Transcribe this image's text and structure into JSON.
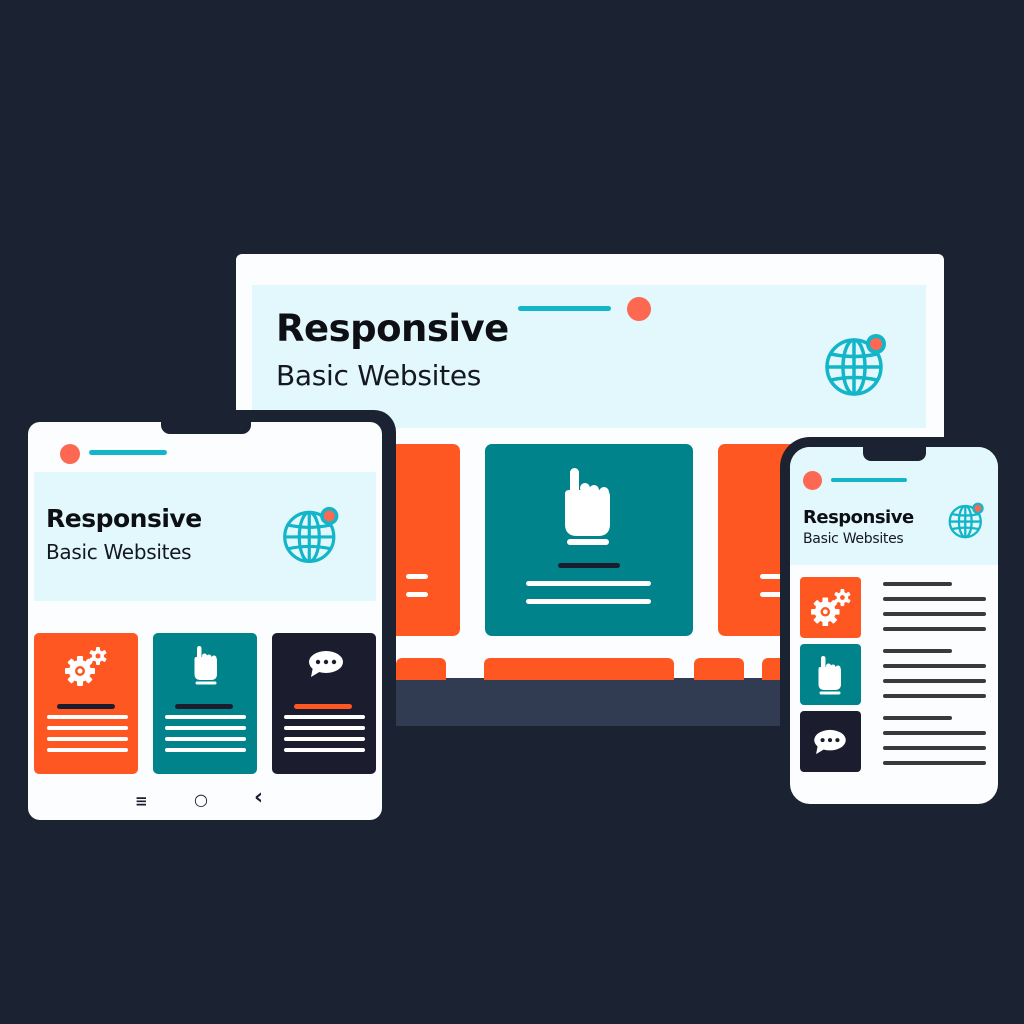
{
  "colors": {
    "background": "#1b2231",
    "frame": "#1b2231",
    "screen": "#fcfdfe",
    "hero_bg": "#e2f8fd",
    "orange": "#ff5722",
    "teal": "#00838b",
    "navy": "#1b1d2e",
    "accent_cyan": "#13b5c8",
    "coral": "#fd6853",
    "monitor_base": "#313c53"
  },
  "desktop": {
    "hero": {
      "title": "Responsive",
      "subtitle": "Basic Websites"
    },
    "icons": {
      "globe": "globe-icon",
      "pointer": "pointing-hand-icon"
    }
  },
  "tablet": {
    "hero": {
      "title": "Responsive",
      "subtitle": "Basic Websites"
    },
    "cards": [
      {
        "icon": "gears-icon",
        "color": "#ff5722"
      },
      {
        "icon": "pointing-hand-icon",
        "color": "#00838b"
      },
      {
        "icon": "chat-bubble-icon",
        "color": "#1b1d2e"
      }
    ],
    "nav": {
      "menu": "≡",
      "home": "○",
      "back": "‹"
    }
  },
  "phone": {
    "hero": {
      "title": "Responsive",
      "subtitle": "Basic Websites"
    },
    "list": [
      {
        "icon": "gears-icon",
        "color": "#ff5722"
      },
      {
        "icon": "pointing-hand-icon",
        "color": "#00838b"
      },
      {
        "icon": "chat-bubble-icon",
        "color": "#1b1d2e"
      }
    ]
  }
}
